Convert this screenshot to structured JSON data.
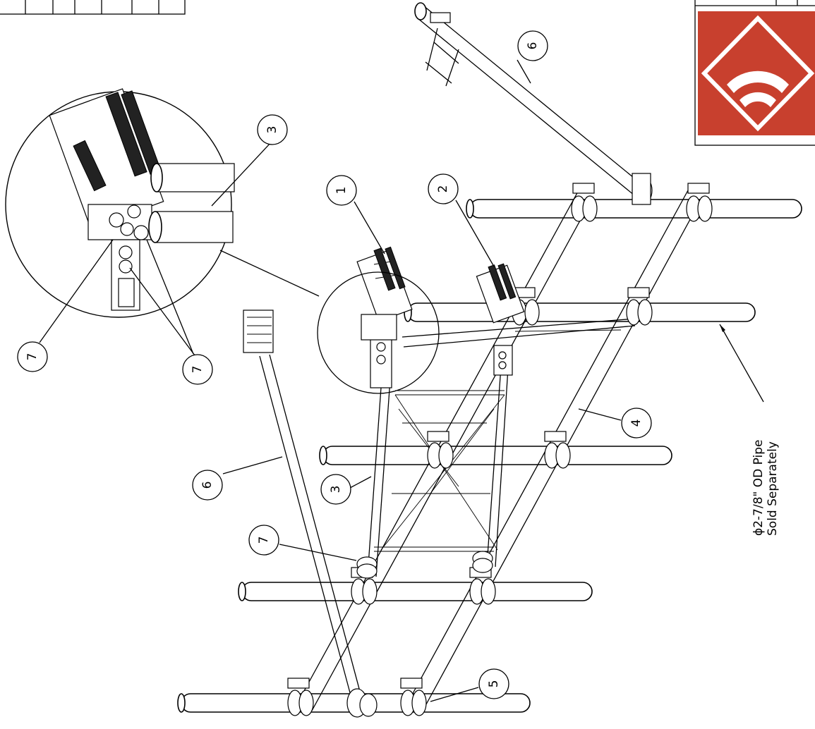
{
  "logo": {
    "name": "company-logo",
    "colors": {
      "background": "#c8402e",
      "mark": "#ffffff"
    }
  },
  "callouts": {
    "pipe_note_line1": "ϕ2-7/8\" OD Pipe",
    "pipe_note_line2": "Sold Separately"
  },
  "balloons": [
    {
      "id": "b1",
      "label": "1"
    },
    {
      "id": "b2",
      "label": "2"
    },
    {
      "id": "b3a",
      "label": "3"
    },
    {
      "id": "b3b",
      "label": "3"
    },
    {
      "id": "b4",
      "label": "4"
    },
    {
      "id": "b5",
      "label": "5"
    },
    {
      "id": "b6a",
      "label": "6"
    },
    {
      "id": "b6b",
      "label": "6"
    },
    {
      "id": "b7a",
      "label": "7"
    },
    {
      "id": "b7b",
      "label": "7"
    },
    {
      "id": "b7c",
      "label": "7"
    }
  ],
  "colors": {
    "line": "#000000",
    "paper": "#ffffff"
  }
}
